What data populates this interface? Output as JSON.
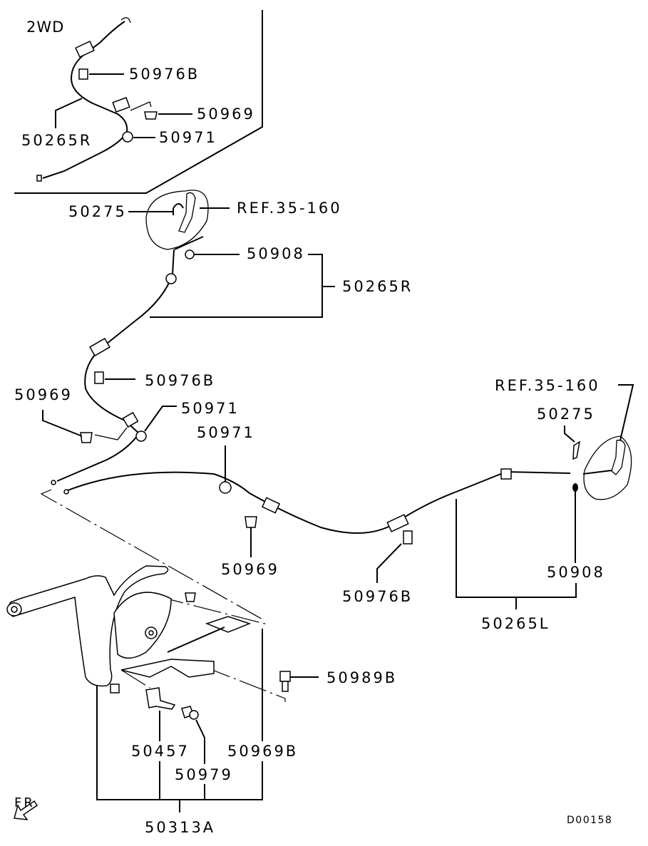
{
  "diagram": {
    "inset_label": "2WD",
    "direction_label": "FR",
    "drawing_code": "D00158",
    "callouts": {
      "inset_50976B": "50976B",
      "inset_50969": "50969",
      "inset_50265R": "50265R",
      "inset_50971": "50971",
      "ref_right": "REF.35-160",
      "p50275_right": "50275",
      "p50908_right": "50908",
      "p50265R_main": "50265R",
      "p50976B_right": "50976B",
      "p50969_left": "50969",
      "p50971_left": "50971",
      "p50971_center": "50971",
      "p50969_center": "50969",
      "ref_left": "REF.35-160",
      "p50275_left": "50275",
      "p50976B_lower": "50976B",
      "p50908_left": "50908",
      "p50265L": "50265L",
      "p50989B": "50989B",
      "p50457": "50457",
      "p50969B": "50969B",
      "p50979": "50979",
      "p50313A": "50313A"
    }
  }
}
